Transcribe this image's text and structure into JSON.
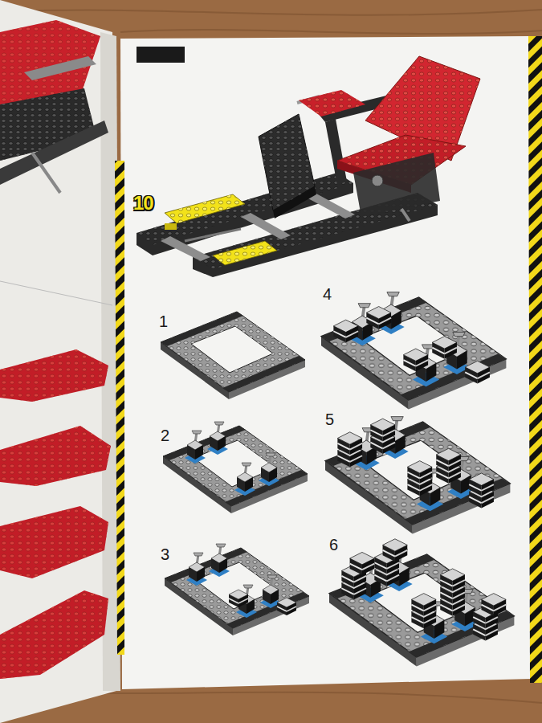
{
  "diagram": {
    "labels": [
      "10",
      "1",
      "4",
      "2",
      "5",
      "3",
      "6"
    ]
  }
}
